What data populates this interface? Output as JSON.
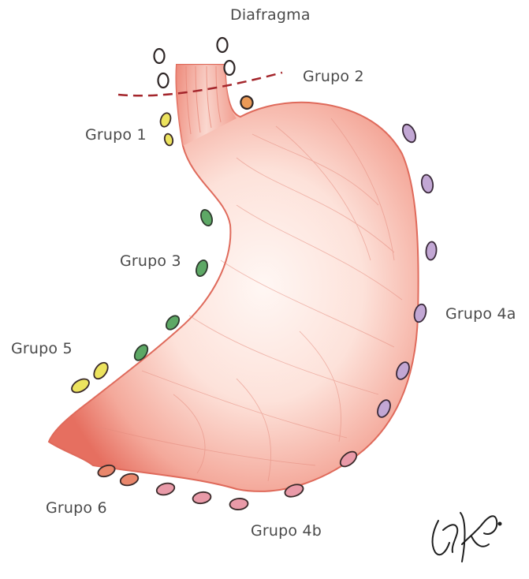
{
  "labels": {
    "diafragma": "Diafragma",
    "grupo1": "Grupo 1",
    "grupo2": "Grupo 2",
    "grupo3": "Grupo 3",
    "grupo4a": "Grupo 4a",
    "grupo4b": "Grupo 4b",
    "grupo5": "Grupo 5",
    "grupo6": "Grupo 6"
  },
  "signature_text": "Cufté",
  "colors": {
    "stomach_edge": "#e36e5f",
    "stomach_mid": "#f3aa9e",
    "stomach_center": "#fff6f3",
    "diaphragm_line": "#a4262c",
    "node_outline": "#3a2a2a",
    "grupo1": "#ece35e",
    "grupo2_upper": "#ffffff",
    "grupo2_orange": "#eb9a57",
    "grupo3": "#5da865",
    "grupo4a": "#c2a7d4",
    "grupo4b": "#e99aa8",
    "grupo5": "#ece35e",
    "grupo6": "#e9876c"
  }
}
